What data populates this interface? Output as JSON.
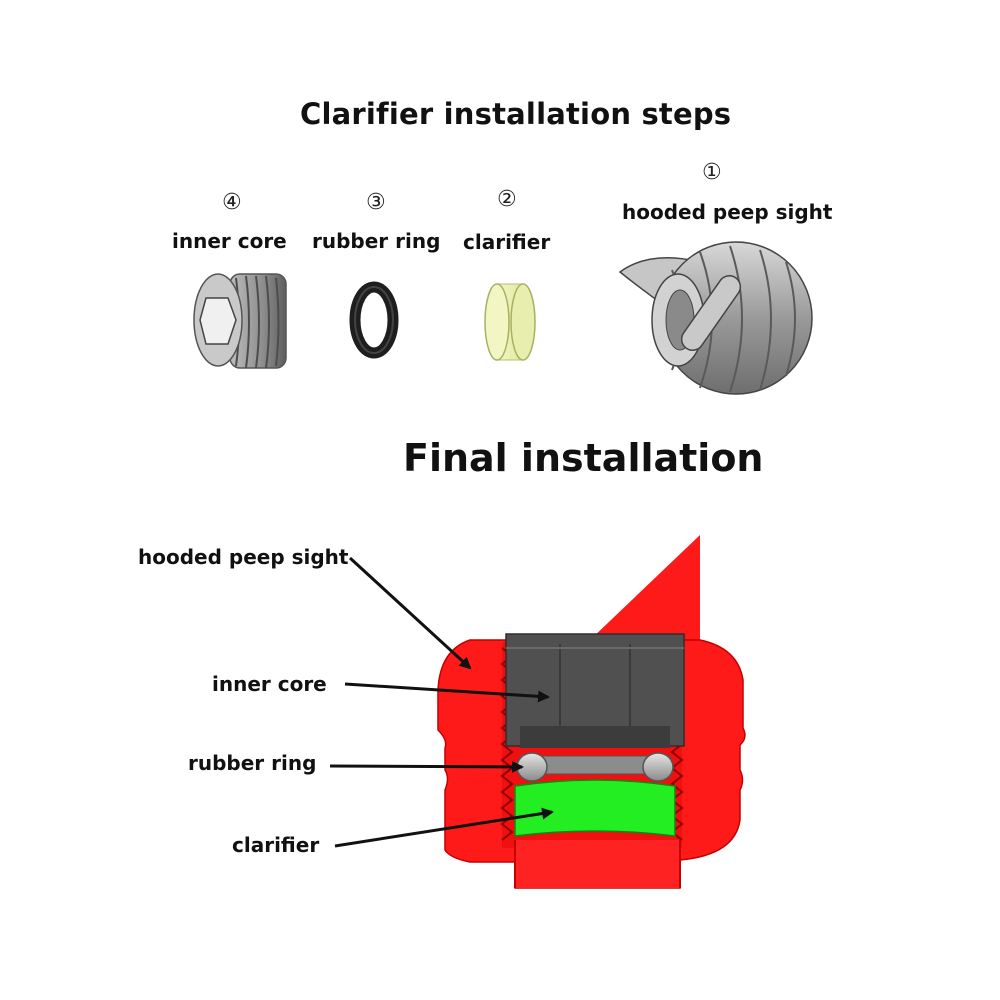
{
  "titles": {
    "steps": "Clarifier installation steps",
    "final": "Final installation"
  },
  "steps": [
    {
      "number": "④",
      "label": "inner core"
    },
    {
      "number": "③",
      "label": "rubber ring"
    },
    {
      "number": "②",
      "label": "clarifier"
    },
    {
      "number": "①",
      "label": "hooded peep sight"
    }
  ],
  "callouts": [
    {
      "label": "hooded peep sight"
    },
    {
      "label": "inner core"
    },
    {
      "label": "rubber ring"
    },
    {
      "label": "clarifier"
    }
  ],
  "colors": {
    "housing": "#ff1a1a",
    "core": "#555555",
    "clarifier": "#22ee22",
    "ring": "#9a9a9a"
  }
}
